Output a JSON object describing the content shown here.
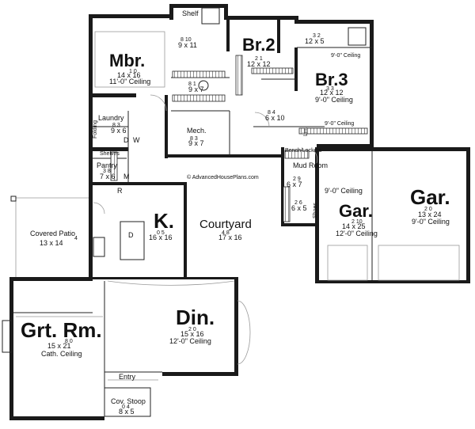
{
  "website": "© AdvancedHousePlans.com",
  "rooms": {
    "shelf": {
      "name": "Shelf"
    },
    "mbr": {
      "name": "Mbr.",
      "size": "14 x 16",
      "size_sup": "1   0",
      "ceiling": "11'-0\" Ceiling"
    },
    "mbath_closet": {
      "size": "9 x 11",
      "size_sup": "8   10"
    },
    "wic": {
      "size": "9 x 7",
      "size_sup": "8   1"
    },
    "br2": {
      "name": "Br.2",
      "size": "12 x 12",
      "size_sup": "2   1"
    },
    "bath2": {
      "size": "12 x 5",
      "size_sup": "3   2",
      "ceiling": "9'-0\" Ceiling"
    },
    "br3": {
      "name": "Br.3",
      "size": "12 x 12",
      "size_sup": "3   3",
      "ceiling": "9'-0\" Ceiling"
    },
    "hall": {
      "size": "6 x 10",
      "size_sup": "8   4"
    },
    "laundry": {
      "name": "Laundry",
      "size": "9 x 6",
      "size_sup": "8   3",
      "folding": "Folding",
      "d": "D",
      "w": "W"
    },
    "mech": {
      "name": "Mech.",
      "size": "9 x 7",
      "size_sup": "8   3"
    },
    "lin": {
      "name": "Lin."
    },
    "closet_ceiling": {
      "ceiling": "9'-0\" Ceiling"
    },
    "pantry": {
      "name": "Pantry",
      "size": "7 x 6",
      "size_sup": "3   8",
      "shelves": "Shelves",
      "m": "M",
      "r": "R"
    },
    "bench": {
      "name": "Bench/Lockers"
    },
    "mud": {
      "name": "Mud Room",
      "size": "6 x 7",
      "size_sup": "2   9"
    },
    "shoes_closet": {
      "size": "6 x 5",
      "size_sup": "2   6",
      "shoes": "Shoes"
    },
    "covered_patio": {
      "name": "Covered Patio",
      "size": "13 x 14",
      "size_sup": "4"
    },
    "kitchen": {
      "name": "K.",
      "size": "16 x 16",
      "size_sup": "0   5",
      "d": "D"
    },
    "courtyard": {
      "name": "Courtyard",
      "size": "17 x 16",
      "size_sup": "4   8"
    },
    "gar1": {
      "name": "Gar.",
      "size": "14 x 25",
      "size_sup": "2   10",
      "ceiling": "12'-0\" Ceiling",
      "ceiling2": "9'-0\" Ceiling"
    },
    "gar2": {
      "name": "Gar.",
      "size": "13 x 24",
      "size_sup": "2   0",
      "ceiling": "9'-0\" Ceiling"
    },
    "grt": {
      "name": "Grt. Rm.",
      "size": "15 x 21",
      "size_sup": "8   0",
      "ceiling": "Cath. Ceiling"
    },
    "din": {
      "name": "Din.",
      "size": "15 x 16",
      "size_sup": "2   0",
      "ceiling": "12'-0\" Ceiling"
    },
    "entry": {
      "name": "Entry"
    },
    "stoop": {
      "name": "Cov. Stoop",
      "size": "8 x 5",
      "size_sup": "0   4"
    }
  }
}
